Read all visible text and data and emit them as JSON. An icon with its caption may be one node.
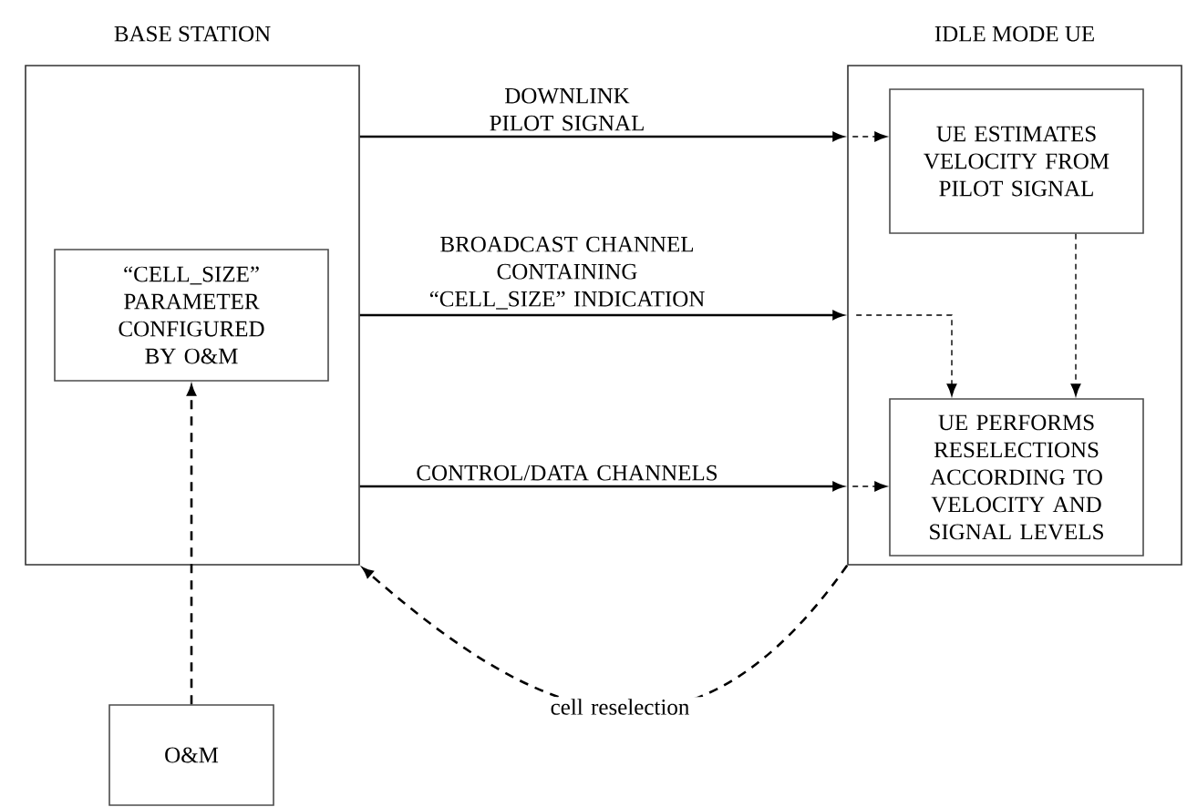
{
  "diagram": {
    "nodes": [
      {
        "text": [
          "BASE STATION"
        ]
      },
      {
        "text": [
          "“CELL_SIZE” PARAMETER CONFIGURED BY O&M"
        ],
        "in": 0
      },
      {
        "text": [
          "IDLE MODE UE"
        ]
      },
      {
        "text": [
          "UE ESTIMATES VELOCITY FROM PILOT SIGNAL"
        ],
        "in": 2
      },
      {
        "text": [
          "UE PERFORMS RESELECTIONS ACCORDING TO VELOCITY AND SIGNAL LEVELS"
        ],
        "in": 2
      },
      {
        "text": [
          "O&M"
        ]
      }
    ],
    "edges": [
      {
        "from": 0,
        "to": 2,
        "arrow": "to",
        "label": "DOWNLINK PILOT SIGNAL"
      },
      {
        "from": 0,
        "to": 2,
        "arrow": "to",
        "label": "BROADCAST CHANNEL CONTAINING “CELL_SIZE” INDICATION"
      },
      {
        "from": 0,
        "to": 2,
        "arrow": "to",
        "label": "CONTROL/DATA CHANNELS"
      },
      {
        "from": 2,
        "to": 3,
        "arrow": "to",
        "style": "dashed"
      },
      {
        "from": 2,
        "to": 4,
        "arrow": "to",
        "style": "dashed"
      },
      {
        "from": 2,
        "to": 4,
        "arrow": "to",
        "style": "dashed"
      },
      {
        "from": 3,
        "to": 4,
        "arrow": "to",
        "style": "dashed"
      },
      {
        "from": 5,
        "to": 1,
        "arrow": "to",
        "style": "dashed"
      },
      {
        "from": 2,
        "to": 0,
        "arrow": "to",
        "style": "dashed",
        "label": "cell reselection"
      }
    ]
  }
}
